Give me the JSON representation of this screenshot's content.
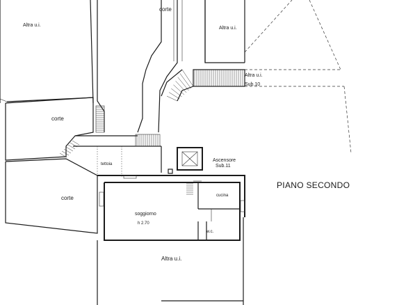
{
  "title": "PIANO SECONDO",
  "labels": {
    "altra_top_left": "Altra u.i.",
    "corte_top": "corte",
    "altra_top_right": "Altra u.i.",
    "altra_stair": "Altra u.i.",
    "sub_10": "Sub.10",
    "corte_mid_left": "corte",
    "tettoia": "tettoia",
    "ascensore": "Ascensore",
    "sub_11": "Sub.11",
    "corte_bottom_left": "corte",
    "cucina": "cucina",
    "soggiorno": "soggiorno",
    "height": "h 2.70",
    "wc": "w.c.",
    "altra_bottom": "Altra u.i."
  }
}
